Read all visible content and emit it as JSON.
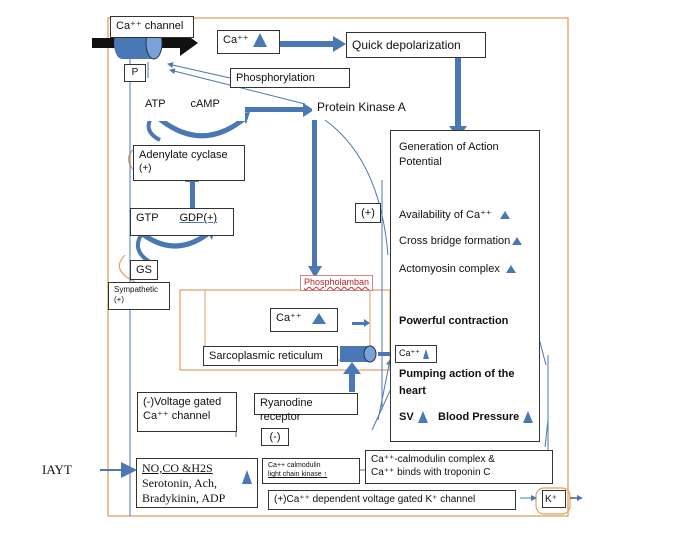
{
  "nodes": {
    "ca_channel": "Ca⁺⁺ channel",
    "p": "P",
    "ca_top": "Ca⁺⁺",
    "quick_depol": "Quick depolarization",
    "phosphorylation": "Phosphorylation",
    "atp": "ATP",
    "camp": "cAMP",
    "pka": "Protein Kinase A",
    "adenylate": "Adenylate cyclase",
    "adenylate_plus": "(+)",
    "gtp": "GTP",
    "gdp": "GDP(+)",
    "gs": "GS",
    "sympathetic": "Sympathetic",
    "sympathetic_plus": "(+)",
    "plus_mid": "(+)",
    "phospholamban": "Phospholamban",
    "ca_sr": "Ca⁺⁺",
    "sr": "Sarcoplasmic reticulum",
    "voltage_gated_1": "(-)Voltage gated",
    "voltage_gated_2": "Ca⁺⁺ channel",
    "ryanodine": "Ryanodine receptor",
    "minus": "(-)",
    "iayt": "IAYT",
    "no_co": "NO,CO &H2S",
    "serotonin": "Serotonin, Ach,",
    "bradykinin": "Bradykinin, ADP",
    "ca_calmodulin_small_1": "Ca++ calmodulin",
    "ca_calmodulin_small_2": "light chain kinase ↑",
    "ca_calmodulin_1": "Ca⁺⁺-calmodulin complex  &",
    "ca_calmodulin_2": "Ca⁺⁺ binds with troponin C",
    "k_channel": "(+)Ca⁺⁺ dependent voltage gated K⁺ channel",
    "k_plus": "K⁺",
    "ca_small": "Ca⁺⁺"
  },
  "action_potential": {
    "title_1": "Generation of Action",
    "title_2": "Potential",
    "availability": "Availability of Ca⁺⁺",
    "cross_bridge": "Cross bridge formation",
    "actomyosin": "Actomyosin complex",
    "powerful": "Powerful contraction",
    "pumping_1": "Pumping action of the",
    "pumping_2": "heart",
    "sv": "SV",
    "bp": "Blood Pressure"
  },
  "colors": {
    "arrow": "#4a78b5",
    "orange": "#e0a060"
  }
}
